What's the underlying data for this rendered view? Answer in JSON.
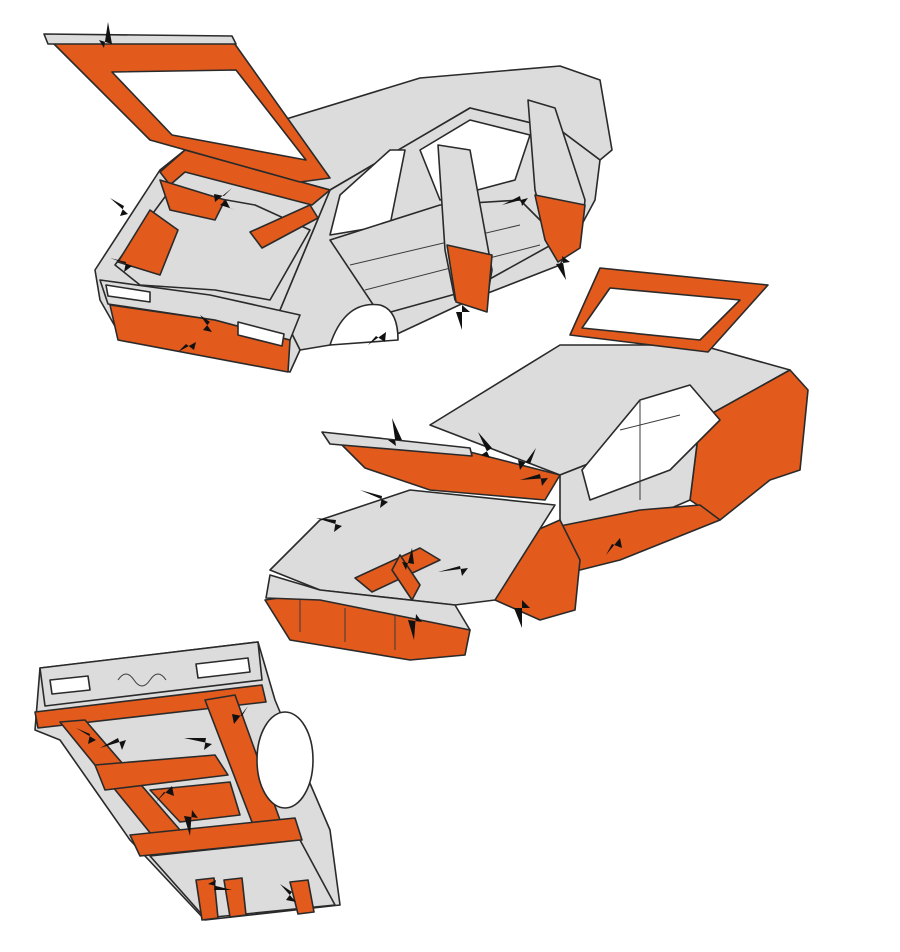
{
  "colors": {
    "background": "#ffffff",
    "body_panel": "#dcdcdc",
    "treated_area": "#e25a1c",
    "treated_area_shadow": "#c9461a",
    "outline": "#2a2a2a"
  },
  "views": [
    {
      "id": "rear-three-quarter",
      "arrow_count": 11
    },
    {
      "id": "front-three-quarter",
      "arrow_count": 11
    },
    {
      "id": "underbody",
      "arrow_count": 8
    }
  ]
}
